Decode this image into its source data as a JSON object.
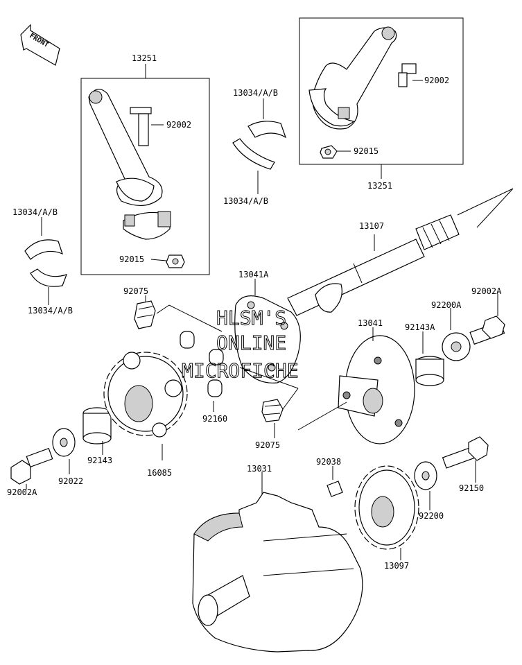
{
  "front_badge": "FRONT",
  "watermark": [
    "HLSM'S",
    "ONLINE",
    "MICROFICHE"
  ],
  "labels": {
    "rod_left_assy": "13251",
    "rod_left_bolt": "92002",
    "rod_left_nut": "92015",
    "rod_right_assy": "13251",
    "rod_right_bolt": "92002",
    "rod_right_nut": "92015",
    "bearing_center_top": "13034/A/B",
    "bearing_center_bottom": "13034/A/B",
    "bearing_left_top": "13034/A/B",
    "bearing_left_bottom": "13034/A/B",
    "shaft": "13107",
    "gear_housing": "13041A",
    "pinion_top": "92075",
    "pinion_bottom": "92075",
    "needle_rollers": "92160",
    "flange": "13041",
    "bearing_right": "92143A",
    "washer_right": "92200A",
    "bolt_right": "92002A",
    "bolt_left": "92002A",
    "washer_left": "92022",
    "bearing_left": "92143",
    "sprocket_left": "16085",
    "crankshaft": "13031",
    "key": "92038",
    "sprocket_right": "13097",
    "washer_lower": "92200",
    "bolt_lower": "92150"
  }
}
